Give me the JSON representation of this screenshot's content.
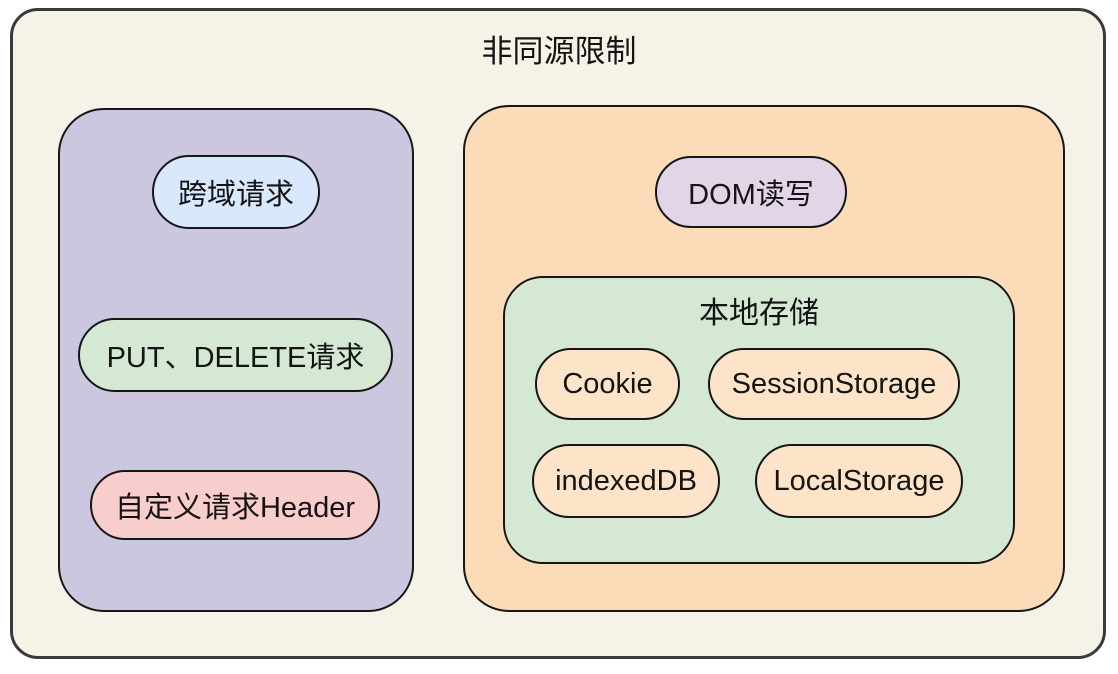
{
  "diagram": {
    "title": "非同源限制",
    "colors": {
      "canvas_bg": "#FFFFFF",
      "outer_fill": "#F5F2E8",
      "left_group_fill": "#CAC7DF",
      "right_group_fill": "#FBDBB8",
      "storage_group_fill": "#D5E8D4",
      "border": "#1F1F1F"
    },
    "left_group": {
      "items": [
        {
          "label": "跨域请求",
          "color": "#DAE8FC"
        },
        {
          "label": "PUT、DELETE请求",
          "color": "#D5E8D4"
        },
        {
          "label": "自定义请求Header",
          "color": "#F8CECC"
        }
      ]
    },
    "right_group": {
      "dom_item": {
        "label": "DOM读写",
        "color": "#E1D5E7"
      },
      "storage_group": {
        "title": "本地存储",
        "fill": "#D5E8D4",
        "item_color": "#FDE4C8",
        "items": [
          {
            "label": "Cookie"
          },
          {
            "label": "SessionStorage"
          },
          {
            "label": "indexedDB"
          },
          {
            "label": "LocalStorage"
          }
        ]
      }
    }
  }
}
